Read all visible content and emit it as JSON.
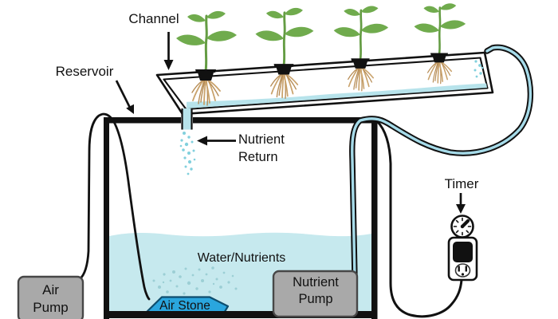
{
  "labels": {
    "channel": "Channel",
    "reservoir": "Reservoir",
    "nutrient_return": "Nutrient\nReturn",
    "water_nutrients": "Water/Nutrients",
    "air_stone": "Air Stone",
    "air_pump": "Air\nPump",
    "nutrient_pump": "Nutrient\nPump",
    "timer": "Timer"
  },
  "icons": {
    "timer_dial": "clock-dial",
    "power_outlet": "outlet-with-plug-and-socket"
  },
  "colors": {
    "background": "#ffffff",
    "outline": "#111111",
    "label": "#111111",
    "water": "#c6e9ee",
    "channel-water": "#b7e3eb",
    "tube-core": "#a6dbe9",
    "air-stone": "#2aa6de",
    "air-stone-border": "#0e4e6e",
    "pump-gray": "#a9a9a9",
    "pump-border": "#474747",
    "leaf-green": "#70ab4d",
    "stem-green": "#649c43",
    "root-tan": "#c9a26b",
    "root-tan-dark": "#b68c55",
    "bubble": "#9ccfd5",
    "droplet": "#82d0dd"
  }
}
